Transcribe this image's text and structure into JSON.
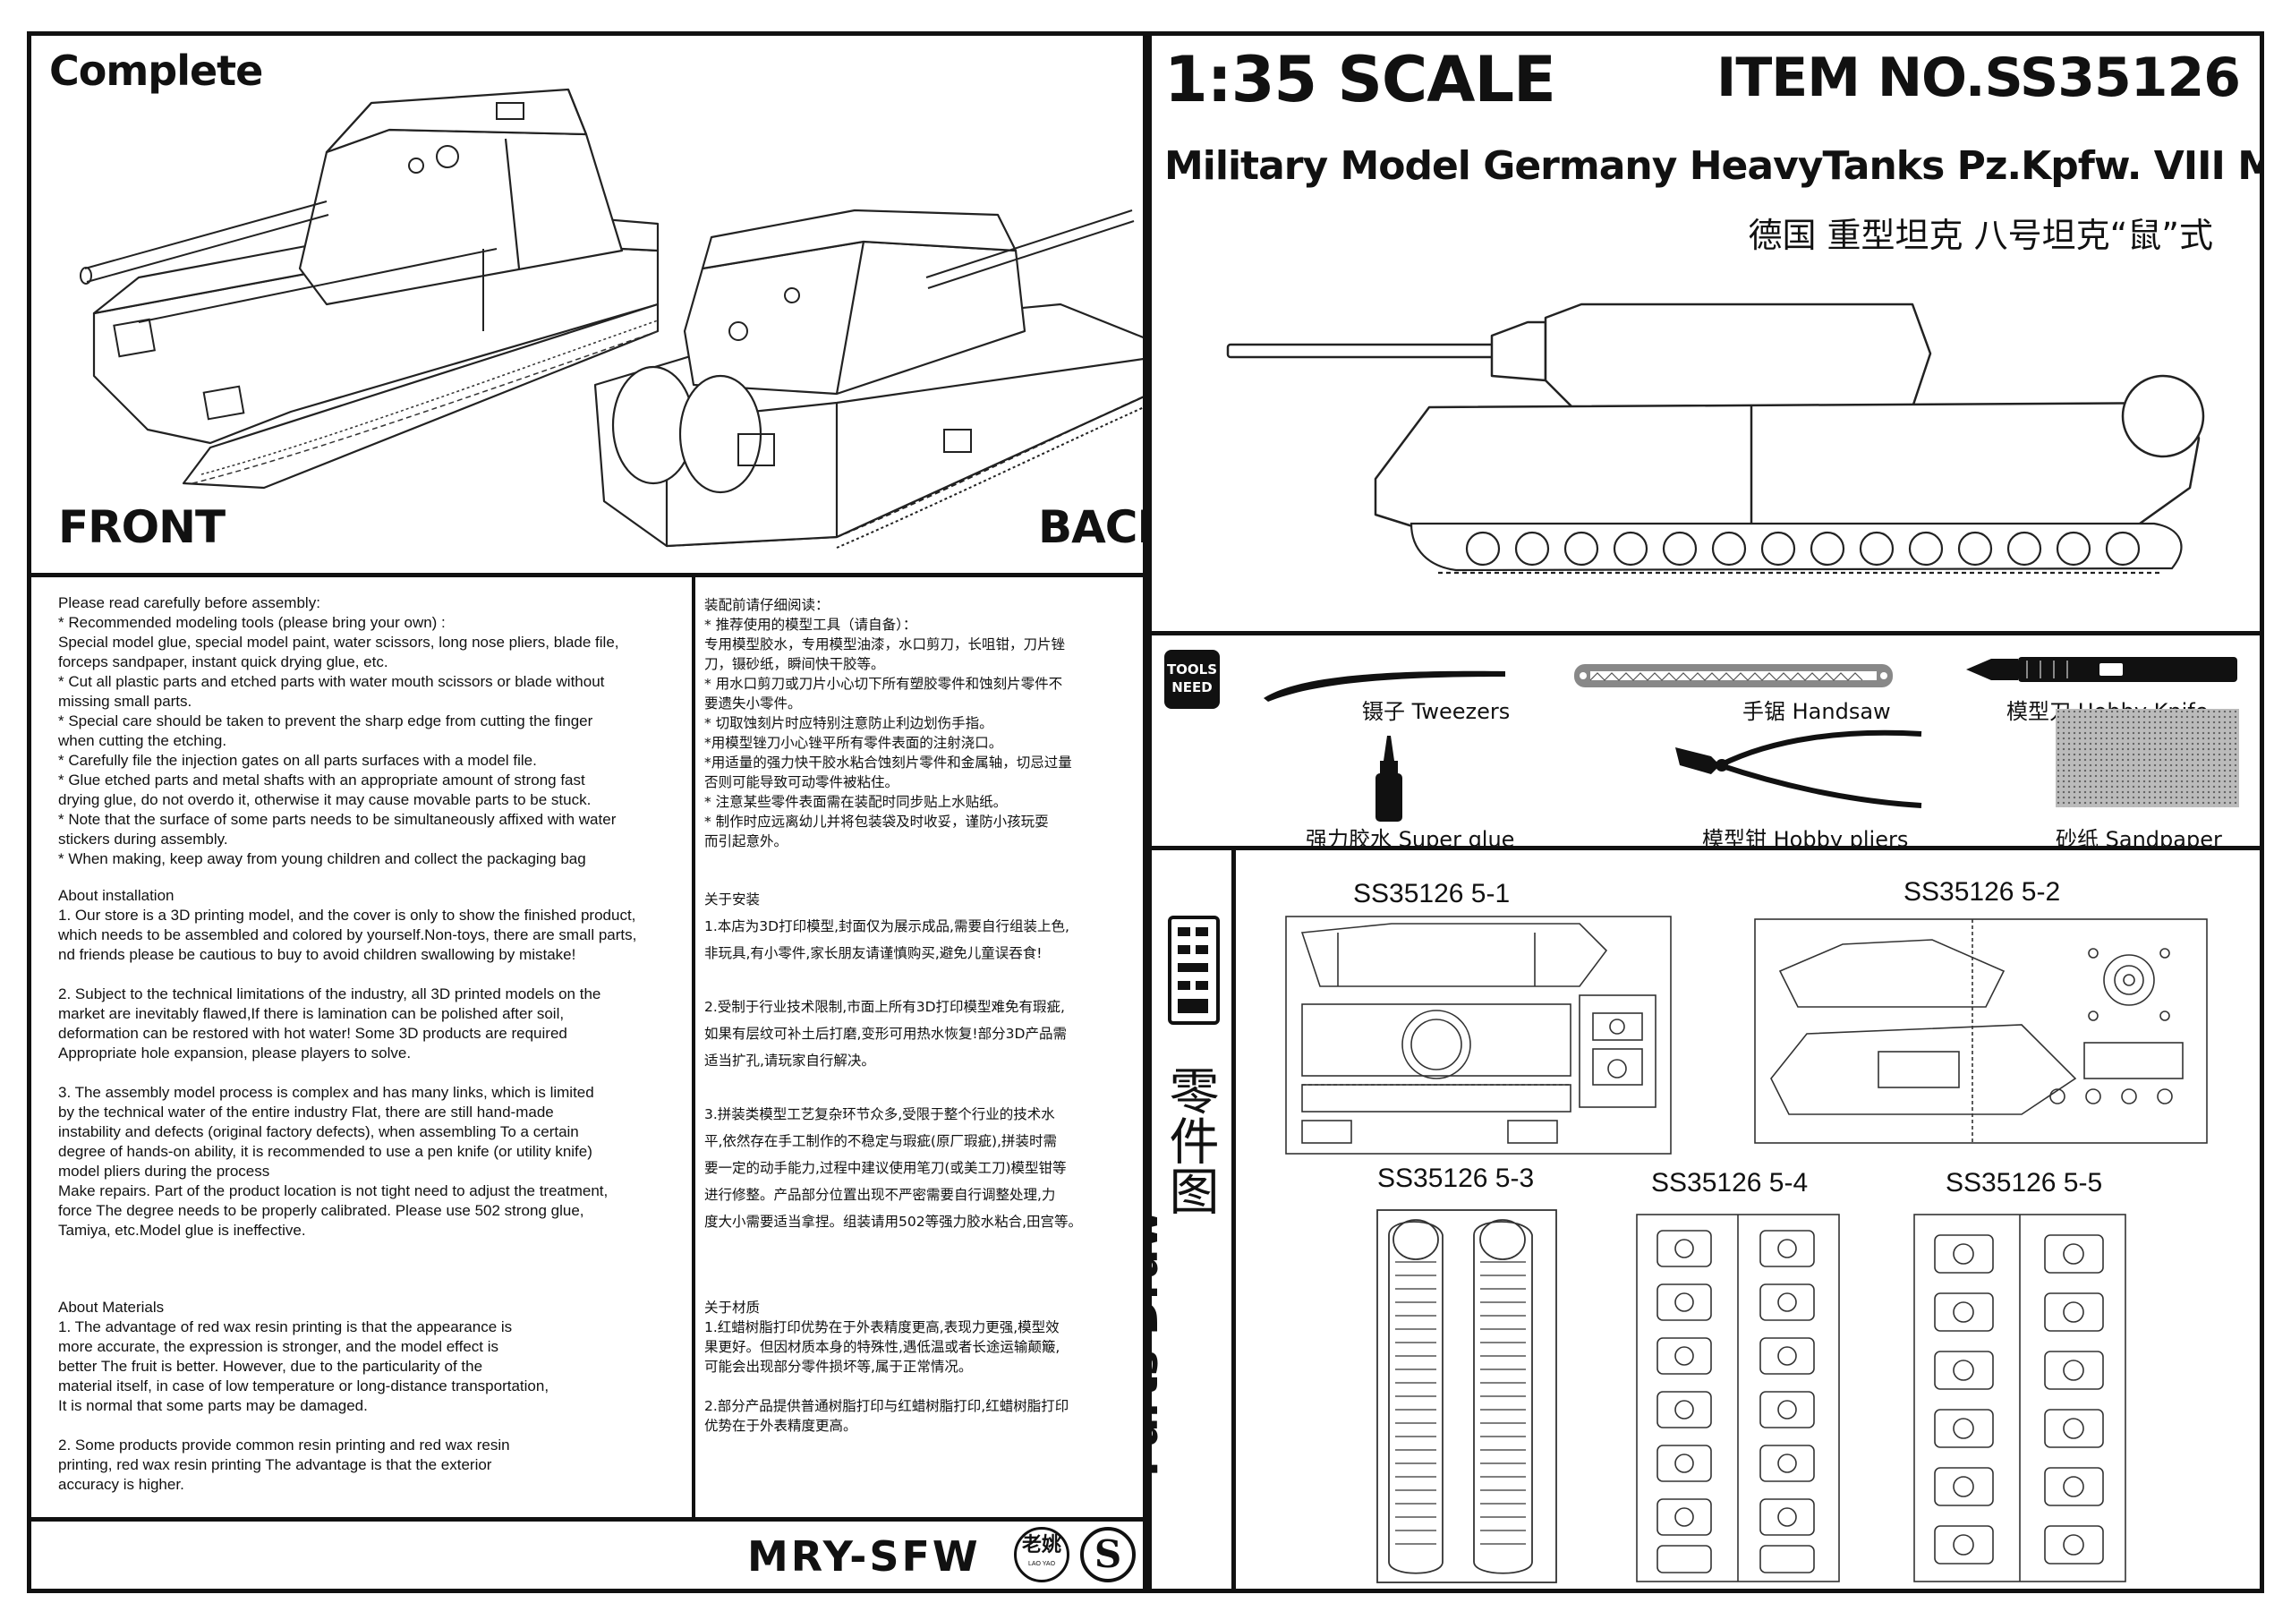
{
  "complete_panel": {
    "title": "Complete",
    "front_label": "FRONT",
    "back_label": "BACK"
  },
  "header": {
    "scale": "1:35 SCALE",
    "item_no": "ITEM NO.SS35126",
    "model_name": "Military Model Germany HeavyTanks Pz.Kpfw. VIII Maus",
    "model_name_cn": "德国 重型坦克 八号坦克“鼠”式"
  },
  "tools": {
    "badge": [
      "TOOLS",
      "NEED"
    ],
    "items": [
      {
        "id": "tweezers",
        "label": "镊子  Tweezers"
      },
      {
        "id": "handsaw",
        "label": "手锯  Handsaw"
      },
      {
        "id": "hobby-knife",
        "label": "模型刀 Hobby Knife"
      },
      {
        "id": "super-glue",
        "label": "强力胶水  Super glue"
      },
      {
        "id": "hobby-pliers",
        "label": "模型钳  Hobby pliers"
      },
      {
        "id": "sandpaper",
        "label": "砂纸  Sandpaper"
      }
    ]
  },
  "instructions_en": {
    "block1": [
      "Please read carefully before assembly:",
      "* Recommended modeling tools (please bring your own) :",
      "Special model glue, special model paint, water scissors, long nose pliers, blade file,",
      " forceps sandpaper, instant quick drying glue, etc.",
      "* Cut all plastic parts and etched parts with water mouth scissors or blade without",
      "missing small parts.",
      "* Special care should be taken to prevent the sharp edge from cutting the finger",
      " when cutting the etching.",
      "* Carefully file the injection gates on all parts surfaces with a model file.",
      "* Glue etched parts and metal shafts with an appropriate amount of strong fast",
      "drying glue, do not overdo it, otherwise it may cause movable parts to be stuck.",
      "* Note that the surface of some parts needs to be simultaneously affixed with water",
      "stickers during assembly.",
      "* When making, keep away from young children and collect the packaging bag"
    ],
    "block2": [
      "About installation",
      "1. Our store is a 3D printing model, and the cover is only to show the finished product,",
      "which needs to be assembled and colored by yourself.Non-toys, there are small parts,",
      "nd friends please be cautious to buy to avoid children swallowing by mistake!",
      "",
      "2. Subject to the technical limitations of the industry, all 3D printed models on the",
      " market are inevitably flawed,If there is lamination can be polished after soil,",
      "deformation can be restored with hot water! Some 3D products are required",
      "Appropriate hole expansion, please players to solve.",
      "",
      "3. The assembly model process is complex and has many links, which is limited",
      "by the technical water of the entire industry Flat, there are still hand-made",
      "instability and defects (original factory defects), when assembling To a certain",
      "degree of hands-on ability, it is recommended to use a pen knife (or utility knife)",
      "model pliers during the process",
      "Make repairs. Part of the product location is not tight need to adjust the treatment,",
      " force The degree needs to be properly calibrated. Please use 502 strong glue,",
      "Tamiya, etc.Model glue is ineffective."
    ],
    "block3": [
      "About Materials",
      "1. The advantage of red wax resin printing is that the appearance is",
      "more accurate, the expression is stronger, and the model effect is",
      "better The fruit is better. However, due to the particularity of the",
      "material itself, in case of low temperature or long-distance transportation,",
      "It is normal that some parts may be damaged.",
      "",
      "2. Some products provide common resin printing and red wax resin",
      "printing, red wax resin printing The advantage is that the exterior",
      "accuracy is higher."
    ]
  },
  "instructions_cn": {
    "block1": [
      "装配前请仔细阅读：",
      "* 推荐使用的模型工具（请自备）：",
      "专用模型胶水，专用模型油漆，水口剪刀，长咀钳，刀片锉",
      "刀，镊砂纸，瞬间快干胶等。",
      "* 用水口剪刀或刀片小心切下所有塑胶零件和蚀刻片零件不",
      "要遗失小零件。",
      "* 切取蚀刻片时应特别注意防止利边划伤手指。",
      "*用模型锉刀小心锉平所有零件表面的注射浇口。",
      "*用适量的强力快干胶水粘合蚀刻片零件和金属轴，切忌过量",
      "否则可能导致可动零件被粘住。",
      "* 注意某些零件表面需在装配时同步贴上水贴纸。",
      "* 制作时应远离幼儿并将包装袋及时收妥，谨防小孩玩耍",
      "而引起意外。"
    ],
    "block2": [
      "关于安装",
      "1.本店为3D打印模型,封面仅为展示成品,需要自行组装上色,",
      "非玩具,有小零件,家长朋友请谨慎购买,避免儿童误吞食!",
      "",
      "2.受制于行业技术限制,市面上所有3D打印模型难免有瑕疵,",
      "如果有层纹可补土后打磨,变形可用热水恢复!部分3D产品需",
      "适当扩孔,请玩家自行解决。",
      "",
      "3.拼装类模型工艺复杂环节众多,受限于整个行业的技术水",
      "平,依然存在手工制作的不稳定与瑕疵(原厂瑕疵),拼装时需",
      "要一定的动手能力,过程中建议使用笔刀(或美工刀)模型钳等",
      "进行修整。产品部分位置出现不严密需要自行调整处理,力",
      "度大小需要适当拿捏。组装请用502等强力胶水粘合,田宫等。"
    ],
    "block3": [
      "关于材质",
      "1.红蜡树脂打印优势在于外表精度更高,表现力更强,模型效",
      "果更好。但因材质本身的特殊性,遇低温或者长途运输颠簸,",
      "可能会出现部分零件损坏等,属于正常情况。",
      "",
      "2.部分产品提供普通树脂打印与红蜡树脂打印,红蜡树脂打印",
      "优势在于外表精度更高。"
    ]
  },
  "footer": {
    "brand": "MRY-SFW",
    "seal_text": "老姚",
    "seal_small": "LAO YAO",
    "logo_letter": "S"
  },
  "parts_draw": {
    "label": "Parts Draw",
    "label_cn": "零件图",
    "parts": [
      {
        "id": "5-1",
        "label": "SS35126 5-1"
      },
      {
        "id": "5-2",
        "label": "SS35126 5-2"
      },
      {
        "id": "5-3",
        "label": "SS35126 5-3"
      },
      {
        "id": "5-4",
        "label": "SS35126 5-4"
      },
      {
        "id": "5-5",
        "label": "SS35126 5-5"
      }
    ]
  }
}
